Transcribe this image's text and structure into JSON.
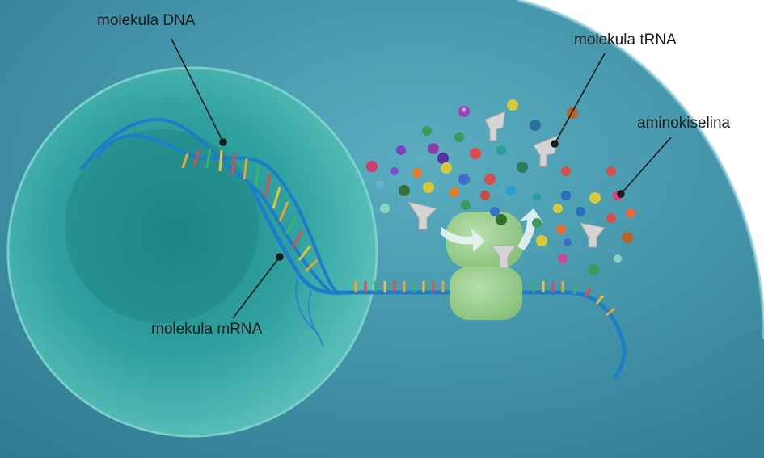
{
  "labels": {
    "dna": "molekula DNA",
    "mrna": "molekula mRNA",
    "trna": "molekula tRNA",
    "amino": "aminokiselina"
  },
  "colors": {
    "cytoplasm": "#4c9fb2",
    "nucleus": "#3aa6a6",
    "strand": "#1d7ec8",
    "ribosome": "#a6d48f",
    "trna": "#c9c9c9"
  }
}
